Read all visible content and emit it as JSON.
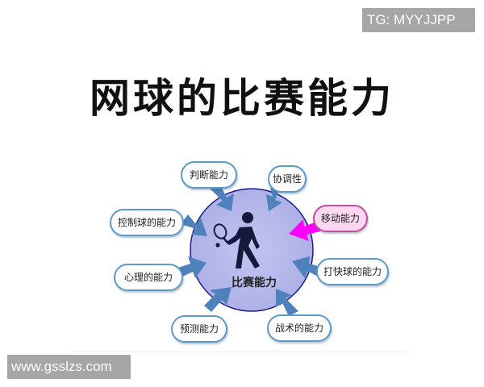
{
  "watermark_top": "TG: MYYJJPP",
  "title": "网球的比赛能力",
  "center": {
    "label": "比赛能力",
    "icon": "tennis-player-icon",
    "fill_color": "#b3b6ea",
    "border_color": "#1a1a8c"
  },
  "nodes": [
    {
      "label": "判断能力",
      "highlight": false
    },
    {
      "label": "协调性",
      "highlight": false
    },
    {
      "label": "移动能力",
      "highlight": true
    },
    {
      "label": "打快球的能力",
      "highlight": false
    },
    {
      "label": "战术的能力",
      "highlight": false
    },
    {
      "label": "预测能力",
      "highlight": false
    },
    {
      "label": "心理的能力",
      "highlight": false
    },
    {
      "label": "控制球的能力",
      "highlight": false
    }
  ],
  "colors": {
    "arrow": "#4f81bd",
    "arrow_highlight": "#ff00ff",
    "node_border": "#5b9bc8",
    "node_highlight_fill": "#fbd7f0"
  },
  "watermark_bottom": "www.gsslzs.com"
}
